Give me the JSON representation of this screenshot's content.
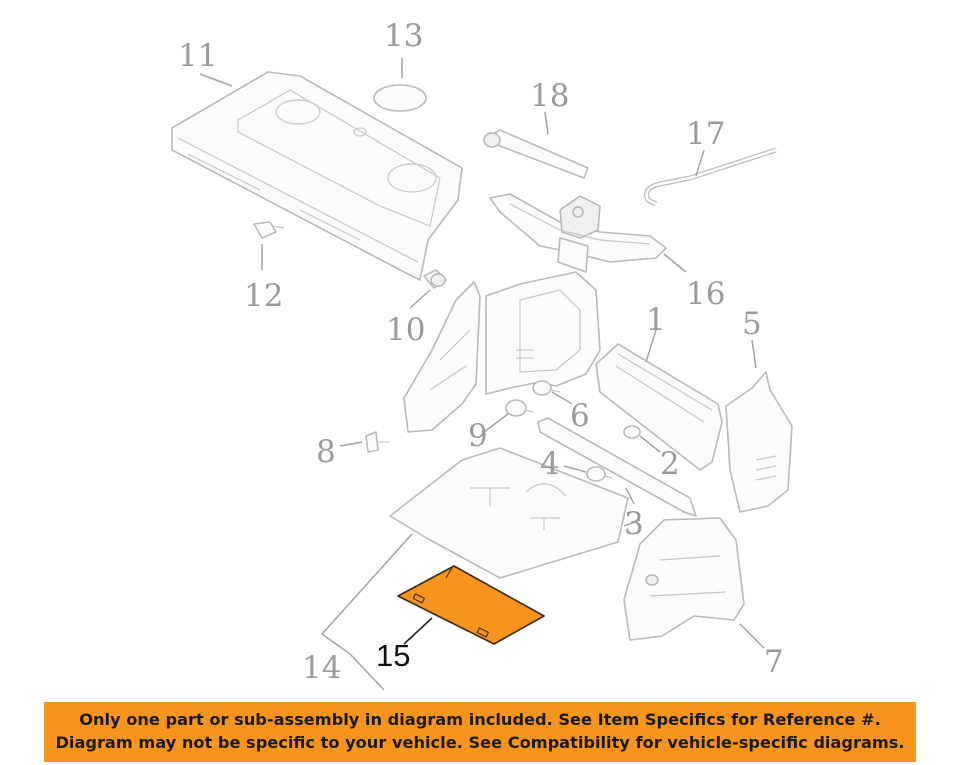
{
  "callouts": {
    "c1": "1",
    "c2": "2",
    "c3a": "3",
    "c3b": "3",
    "c4": "4",
    "c5": "5",
    "c6": "6",
    "c7": "7",
    "c8": "8",
    "c9": "9",
    "c10": "10",
    "c11": "11",
    "c12": "12",
    "c13": "13",
    "c14": "14",
    "c15": "15",
    "c16": "16",
    "c17": "17",
    "c18": "18"
  },
  "highlighted_part": "15",
  "colors": {
    "highlight": "#f7941d",
    "banner": "#f7941d",
    "line_art": "#b9b9b9"
  },
  "banner": {
    "line1": "Only one part or sub-assembly in diagram included. See Item Specifics for Reference #.",
    "line2": "Diagram may not be specific to your vehicle. See Compatibility for vehicle-specific diagrams."
  }
}
